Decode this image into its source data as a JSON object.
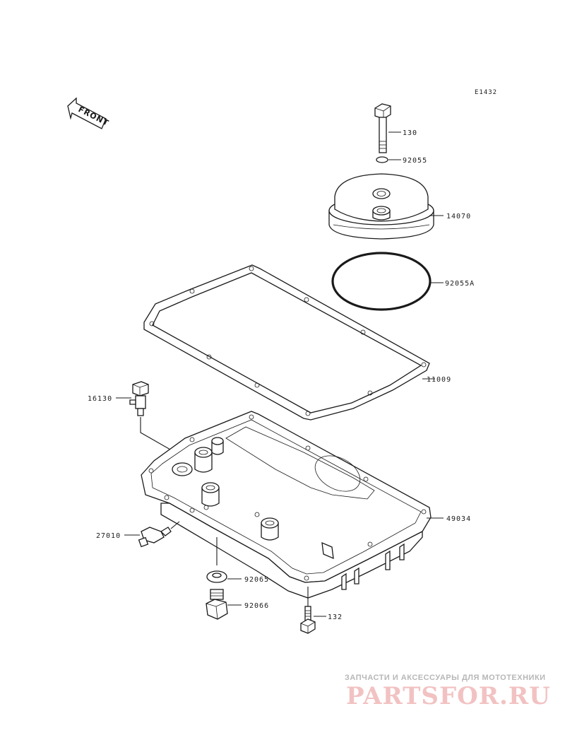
{
  "diagram_code": "E1432",
  "front_label": "FRONT",
  "parts": [
    {
      "id": "bolt-130",
      "label": "130"
    },
    {
      "id": "oring-92055",
      "label": "92055"
    },
    {
      "id": "cover-14070",
      "label": "14070"
    },
    {
      "id": "oring-92055a",
      "label": "92055A"
    },
    {
      "id": "gasket-11009",
      "label": "11009"
    },
    {
      "id": "fitting-16130",
      "label": "16130"
    },
    {
      "id": "oilpan-49034",
      "label": "49034"
    },
    {
      "id": "switch-27010",
      "label": "27010"
    },
    {
      "id": "gasket-92065",
      "label": "92065"
    },
    {
      "id": "plug-92066",
      "label": "92066"
    },
    {
      "id": "bolt-132",
      "label": "132"
    }
  ],
  "watermark": {
    "tagline": "ЗАПЧАСТИ И АКСЕССУАРЫ ДЛЯ МОТОТЕХНИКИ",
    "brand": "PARTSFOR.RU"
  }
}
